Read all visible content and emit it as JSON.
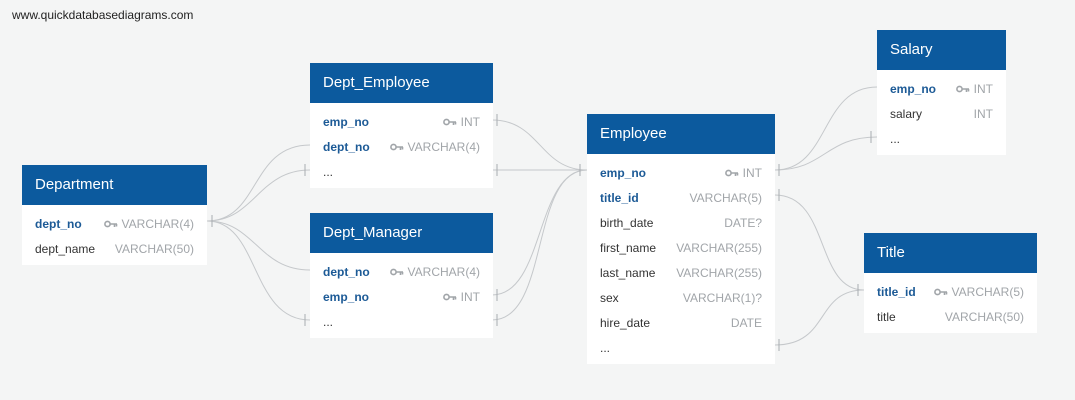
{
  "watermark": "www.quickdatabasediagrams.com",
  "colors": {
    "header": "#0c5a9e",
    "key_column": "#1c5a96",
    "type_text": "#a1a5a9",
    "connector": "#c5c8cb"
  },
  "tables": {
    "department": {
      "title": "Department",
      "columns": [
        {
          "name": "dept_no",
          "type": "VARCHAR(4)",
          "key": true,
          "bold": true
        },
        {
          "name": "dept_name",
          "type": "VARCHAR(50)",
          "key": false,
          "bold": false
        }
      ]
    },
    "dept_employee": {
      "title": "Dept_Employee",
      "columns": [
        {
          "name": "emp_no",
          "type": "INT",
          "key": true,
          "bold": true
        },
        {
          "name": "dept_no",
          "type": "VARCHAR(4)",
          "key": true,
          "bold": true
        },
        {
          "name": "...",
          "type": "",
          "key": false,
          "bold": false
        }
      ]
    },
    "dept_manager": {
      "title": "Dept_Manager",
      "columns": [
        {
          "name": "dept_no",
          "type": "VARCHAR(4)",
          "key": true,
          "bold": true
        },
        {
          "name": "emp_no",
          "type": "INT",
          "key": true,
          "bold": true
        },
        {
          "name": "...",
          "type": "",
          "key": false,
          "bold": false
        }
      ]
    },
    "employee": {
      "title": "Employee",
      "columns": [
        {
          "name": "emp_no",
          "type": "INT",
          "key": true,
          "bold": true
        },
        {
          "name": "title_id",
          "type": "VARCHAR(5)",
          "key": false,
          "bold": true
        },
        {
          "name": "birth_date",
          "type": "DATE?",
          "key": false,
          "bold": false
        },
        {
          "name": "first_name",
          "type": "VARCHAR(255)",
          "key": false,
          "bold": false
        },
        {
          "name": "last_name",
          "type": "VARCHAR(255)",
          "key": false,
          "bold": false
        },
        {
          "name": "sex",
          "type": "VARCHAR(1)?",
          "key": false,
          "bold": false
        },
        {
          "name": "hire_date",
          "type": "DATE",
          "key": false,
          "bold": false
        },
        {
          "name": "...",
          "type": "",
          "key": false,
          "bold": false
        }
      ]
    },
    "salary": {
      "title": "Salary",
      "columns": [
        {
          "name": "emp_no",
          "type": "INT",
          "key": true,
          "bold": true
        },
        {
          "name": "salary",
          "type": "INT",
          "key": false,
          "bold": false
        },
        {
          "name": "...",
          "type": "",
          "key": false,
          "bold": false
        }
      ]
    },
    "title": {
      "title": "Title",
      "columns": [
        {
          "name": "title_id",
          "type": "VARCHAR(5)",
          "key": true,
          "bold": true
        },
        {
          "name": "title",
          "type": "VARCHAR(50)",
          "key": false,
          "bold": false
        }
      ]
    }
  }
}
